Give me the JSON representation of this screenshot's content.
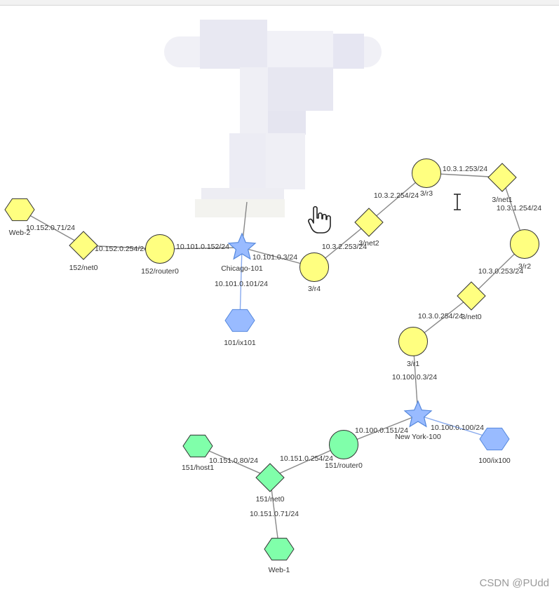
{
  "colors": {
    "router": "#ffff80",
    "net": "#ffff80",
    "ix": "#99bbff",
    "green": "#80ffaa",
    "edge": "#888888",
    "edge_ix": "#88aaee",
    "stroke": "#333333",
    "ix_stroke": "#5588dd"
  },
  "nodes": [
    {
      "id": "web2",
      "label": "Web-2",
      "shape": "hexagon",
      "color": "router"
    },
    {
      "id": "net152",
      "label": "152/net0",
      "shape": "diamond",
      "color": "net"
    },
    {
      "id": "router152",
      "label": "152/router0",
      "shape": "circle",
      "color": "router"
    },
    {
      "id": "chicago",
      "label": "Chicago-101",
      "shape": "star",
      "color": "ix"
    },
    {
      "id": "ix101",
      "label": "101/ix101",
      "shape": "hexagon",
      "color": "ix"
    },
    {
      "id": "r4",
      "label": "3/r4",
      "shape": "circle",
      "color": "router"
    },
    {
      "id": "net2",
      "label": "3/net2",
      "shape": "diamond",
      "color": "net"
    },
    {
      "id": "r3",
      "label": "3/r3",
      "shape": "circle",
      "color": "router"
    },
    {
      "id": "net1",
      "label": "3/net1",
      "shape": "diamond",
      "color": "net"
    },
    {
      "id": "r2",
      "label": "3/r2",
      "shape": "circle",
      "color": "router"
    },
    {
      "id": "net0",
      "label": "3/net0",
      "shape": "diamond",
      "color": "net"
    },
    {
      "id": "r1",
      "label": "3/r1",
      "shape": "circle",
      "color": "router"
    },
    {
      "id": "newyork",
      "label": "New York-100",
      "shape": "star",
      "color": "ix"
    },
    {
      "id": "ix100",
      "label": "100/ix100",
      "shape": "hexagon",
      "color": "ix"
    },
    {
      "id": "router151",
      "label": "151/router0",
      "shape": "circle",
      "color": "green"
    },
    {
      "id": "host151",
      "label": "151/host1",
      "shape": "hexagon",
      "color": "green"
    },
    {
      "id": "net151",
      "label": "151/net0",
      "shape": "diamond",
      "color": "green"
    },
    {
      "id": "web1",
      "label": "Web-1",
      "shape": "hexagon",
      "color": "green"
    }
  ],
  "edges": [
    {
      "from": "web2",
      "to": "net152",
      "label": "10.152.0.71/24"
    },
    {
      "from": "net152",
      "to": "router152",
      "label": "10.152.0.254/24"
    },
    {
      "from": "router152",
      "to": "chicago",
      "label": "10.101.0.152/24"
    },
    {
      "from": "chicago",
      "to": "ix101",
      "label": "10.101.0.101/24",
      "kind": "ix"
    },
    {
      "from": "chicago",
      "to": "r4",
      "label": "10.101.0.3/24"
    },
    {
      "from": "r4",
      "to": "net2",
      "label": "10.3.2.253/24"
    },
    {
      "from": "net2",
      "to": "r3",
      "label": "10.3.2.254/24"
    },
    {
      "from": "r3",
      "to": "net1",
      "label": "10.3.1.253/24"
    },
    {
      "from": "net1",
      "to": "r2",
      "label": "10.3.1.254/24"
    },
    {
      "from": "r2",
      "to": "net0",
      "label": "10.3.0.253/24"
    },
    {
      "from": "net0",
      "to": "r1",
      "label": "10.3.0.254/24"
    },
    {
      "from": "r1",
      "to": "newyork",
      "label": "10.100.0.3/24"
    },
    {
      "from": "newyork",
      "to": "ix100",
      "label": "10.100.0.100/24",
      "kind": "ix"
    },
    {
      "from": "newyork",
      "to": "router151",
      "label": "10.100.0.151/24"
    },
    {
      "from": "router151",
      "to": "net151",
      "label": "10.151.0.254/24"
    },
    {
      "from": "host151",
      "to": "net151",
      "label": "10.151.0.80/24"
    },
    {
      "from": "net151",
      "to": "web1",
      "label": "10.151.0.71/24"
    },
    {
      "from": "chicago",
      "to": "hidden",
      "label": ""
    }
  ],
  "watermark": "CSDN @PUdd"
}
